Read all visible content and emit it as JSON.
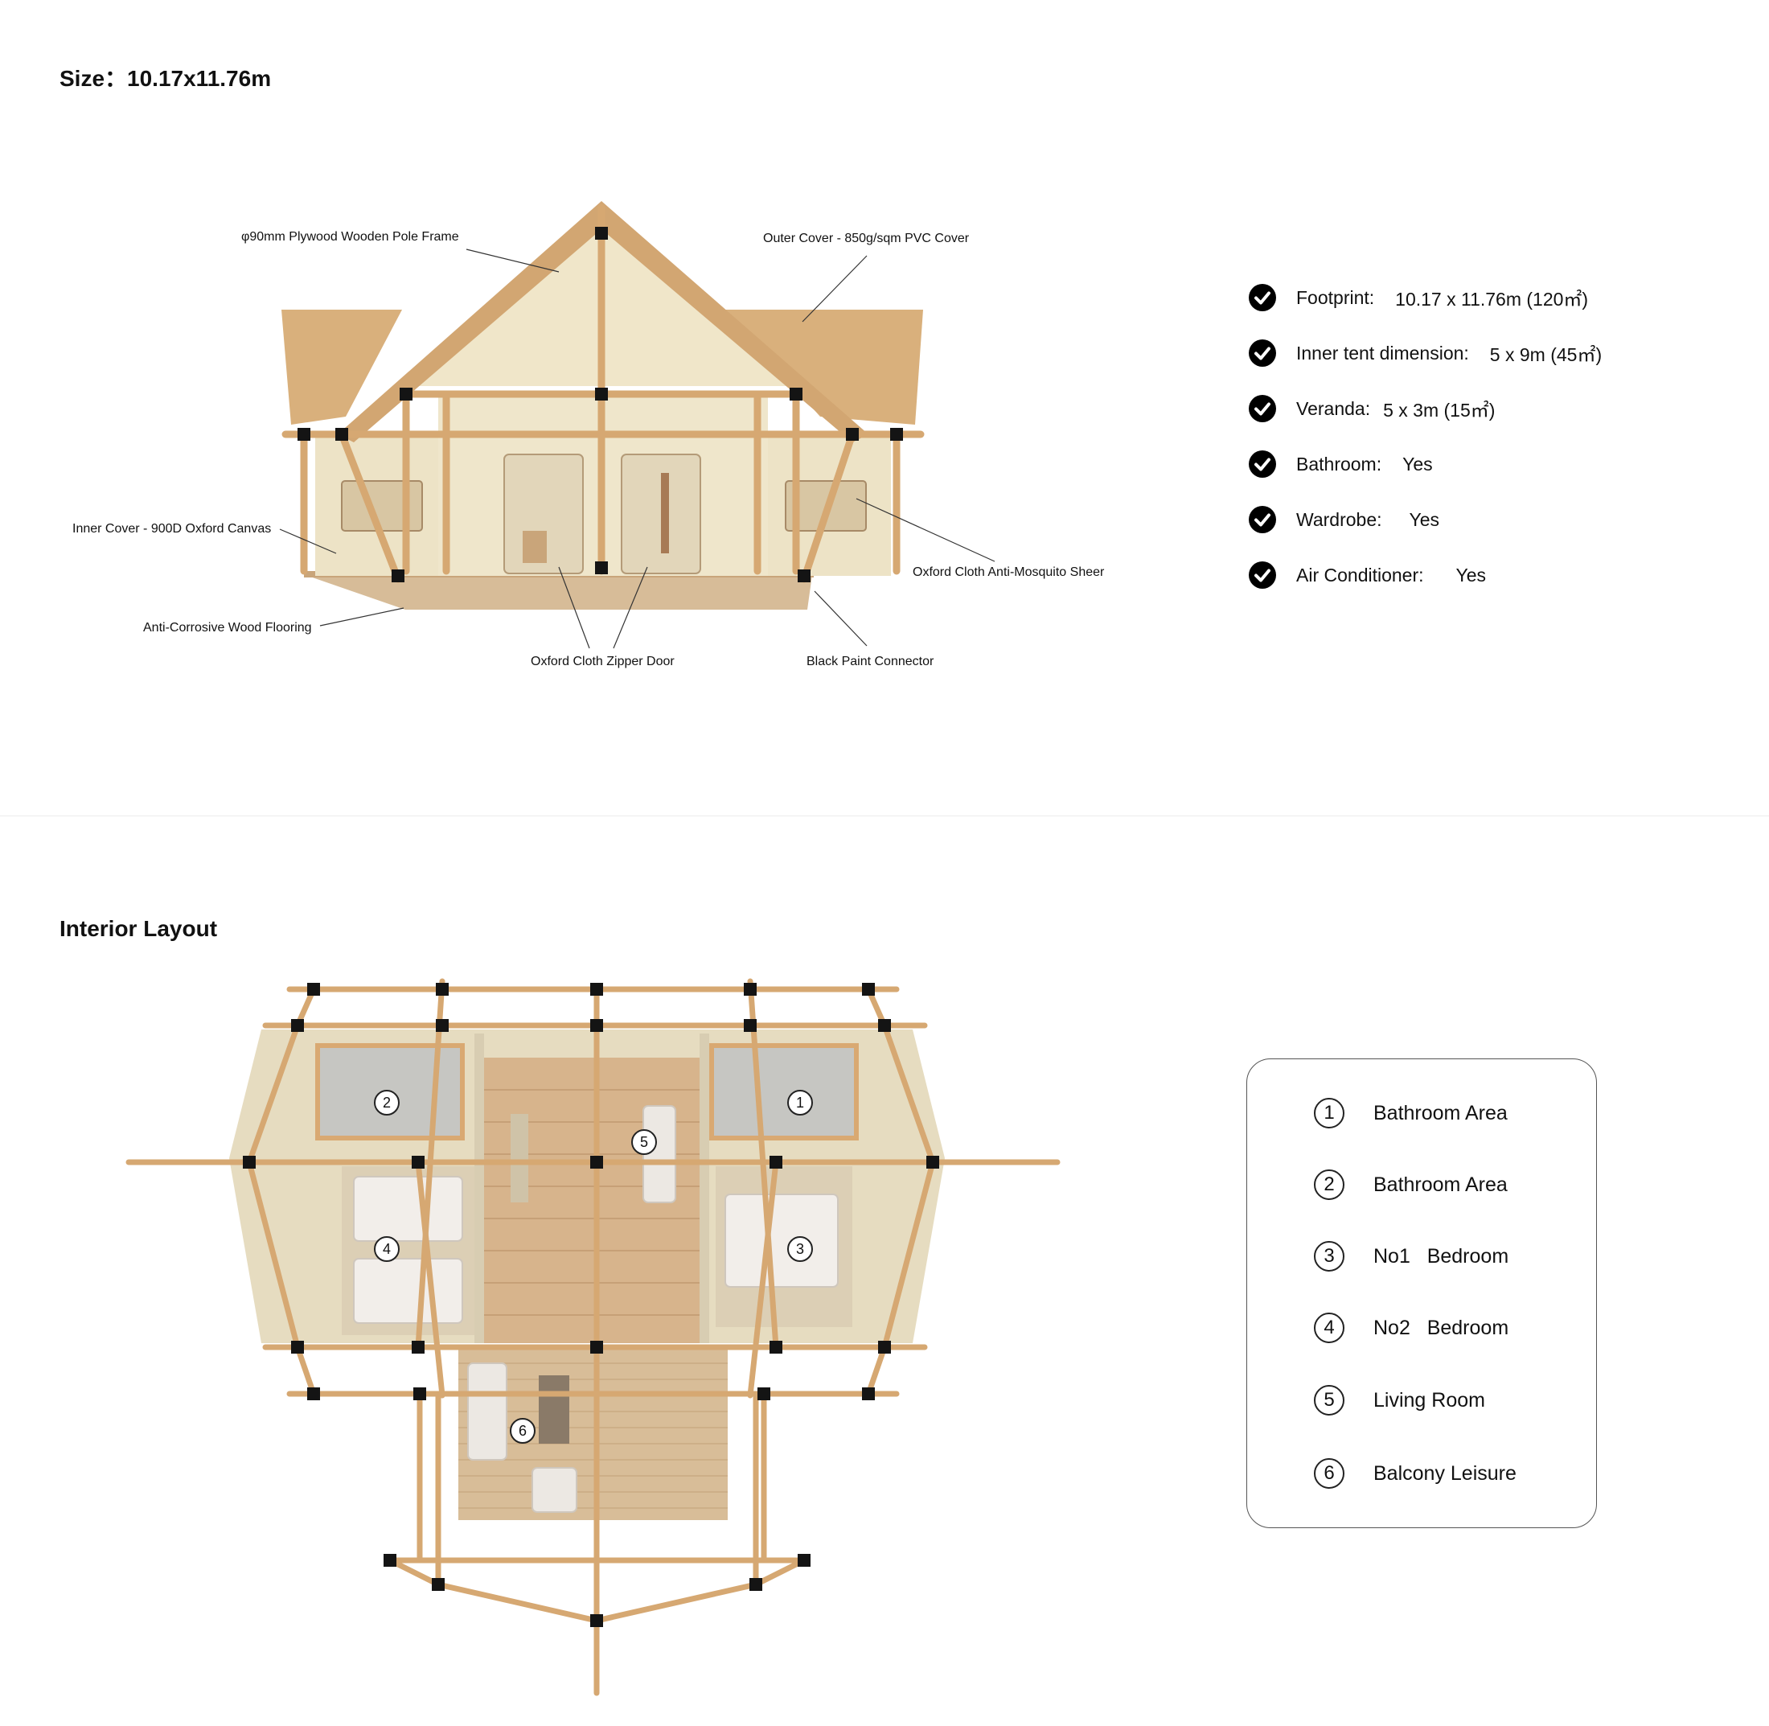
{
  "header": {
    "size_title": "Size：10.17x11.76m"
  },
  "elevation": {
    "callouts": {
      "pole_frame": "φ90mm Plywood Wooden Pole Frame",
      "outer_cover": "Outer Cover - 850g/sqm PVC Cover",
      "inner_cover": "Inner Cover - 900D Oxford Canvas",
      "anti_mosquito": "Oxford Cloth Anti-Mosquito Sheer",
      "wood_flooring": "Anti-Corrosive Wood Flooring",
      "zipper_door": "Oxford Cloth Zipper Door",
      "connector": "Black Paint Connector"
    }
  },
  "specs": [
    {
      "label": "Footprint:",
      "value": "10.17 x 11.76m (120㎡)"
    },
    {
      "label": "Inner tent dimension:",
      "value": "5 x 9m (45㎡)"
    },
    {
      "label": "Veranda:",
      "value": "5 x 3m (15㎡)"
    },
    {
      "label": "Bathroom:",
      "value": "Yes"
    },
    {
      "label": "Wardrobe:",
      "value": "Yes"
    },
    {
      "label": "Air Conditioner:",
      "value": "Yes"
    }
  ],
  "layout": {
    "title": "Interior Layout",
    "legend": [
      {
        "num": "1",
        "label": "Bathroom Area"
      },
      {
        "num": "2",
        "label": "Bathroom Area"
      },
      {
        "num": "3",
        "label": "No1   Bedroom"
      },
      {
        "num": "4",
        "label": "No2   Bedroom"
      },
      {
        "num": "5",
        "label": "Living Room"
      },
      {
        "num": "6",
        "label": "Balcony Leisure"
      }
    ]
  },
  "colors": {
    "canvas_roof": "#d9b07c",
    "canvas_wall": "#ede3c6",
    "wood_pole": "#d6a872",
    "connector": "#141414",
    "floor": "#d7bc98",
    "check_icon": "#000000"
  }
}
